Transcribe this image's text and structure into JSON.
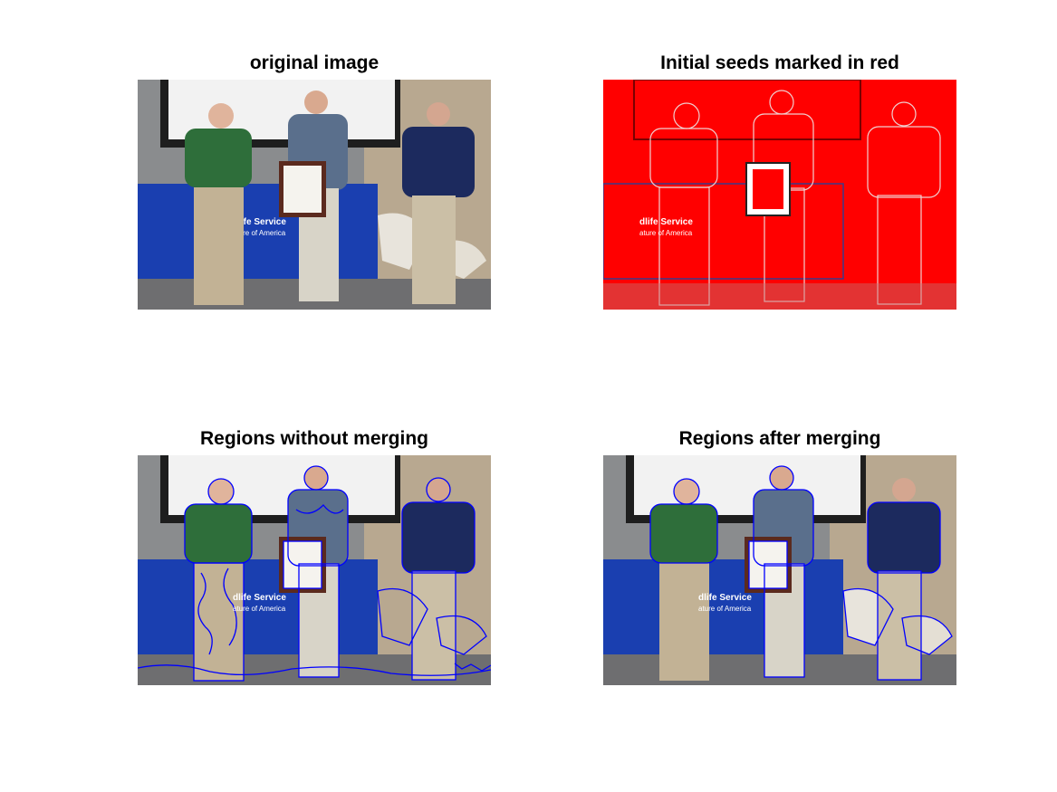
{
  "figure": {
    "panels": [
      {
        "title": "original image"
      },
      {
        "title": "Initial seeds marked in red"
      },
      {
        "title": "Regions without merging"
      },
      {
        "title": "Regions after merging"
      }
    ]
  },
  "banner": {
    "line1": "dlife Service",
    "line2": "ature of America"
  },
  "colors": {
    "background": "#ffffff",
    "seed_red": "#ff0000",
    "region_outline": "#0000ff",
    "table_blue": "#1a3fb0",
    "wall_gray": "#8a8c8e",
    "screen_white": "#f2f2f2"
  }
}
